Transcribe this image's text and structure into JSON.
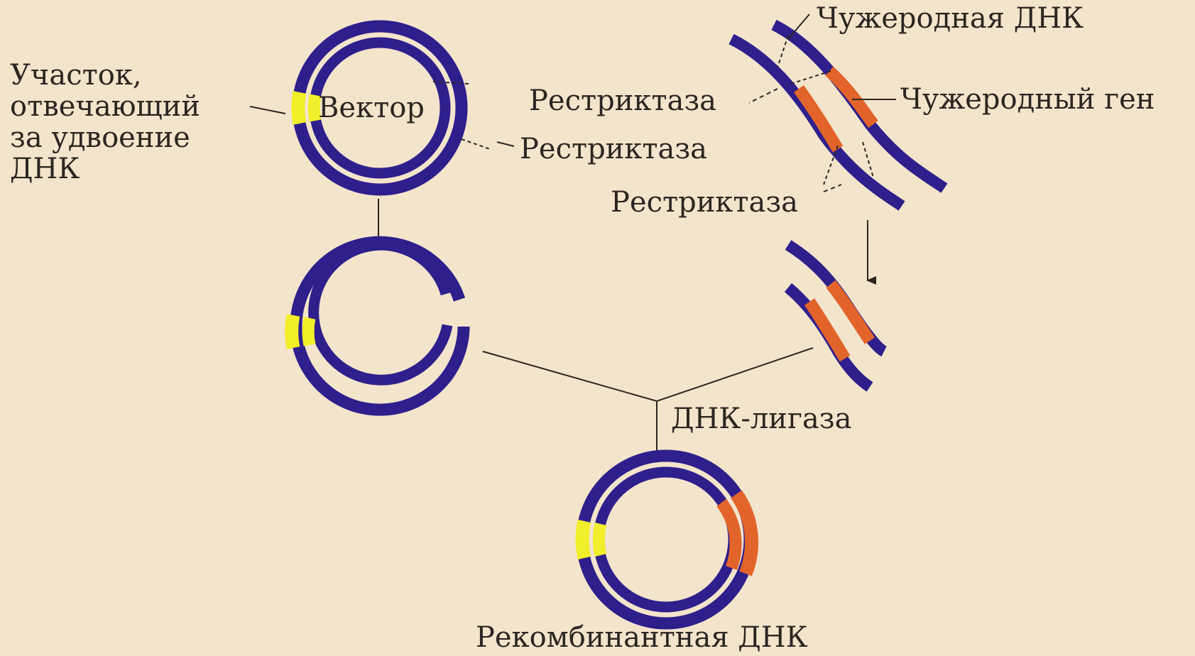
{
  "labels": {
    "origin": "Участок,\nотвечающий\nза удвоение\nДНК",
    "vector": "Вектор",
    "restriction_enzyme_vector": "Рестриктаза",
    "restriction_enzyme_top": "Рестриктаза",
    "restriction_enzyme_bottom": "Рестриктаза",
    "foreign_dna": "Чужеродная ДНК",
    "foreign_gene": "Чужеродный ген",
    "ligase": "ДНК-лигаза",
    "recombinant_dna": "Рекомбинантная ДНК"
  },
  "colors": {
    "background": "#f3e4cc",
    "dna_strand": "#2e1f8c",
    "replication_origin": "#f2ee2a",
    "foreign_gene": "#e2642a",
    "line": "#2c2622"
  }
}
